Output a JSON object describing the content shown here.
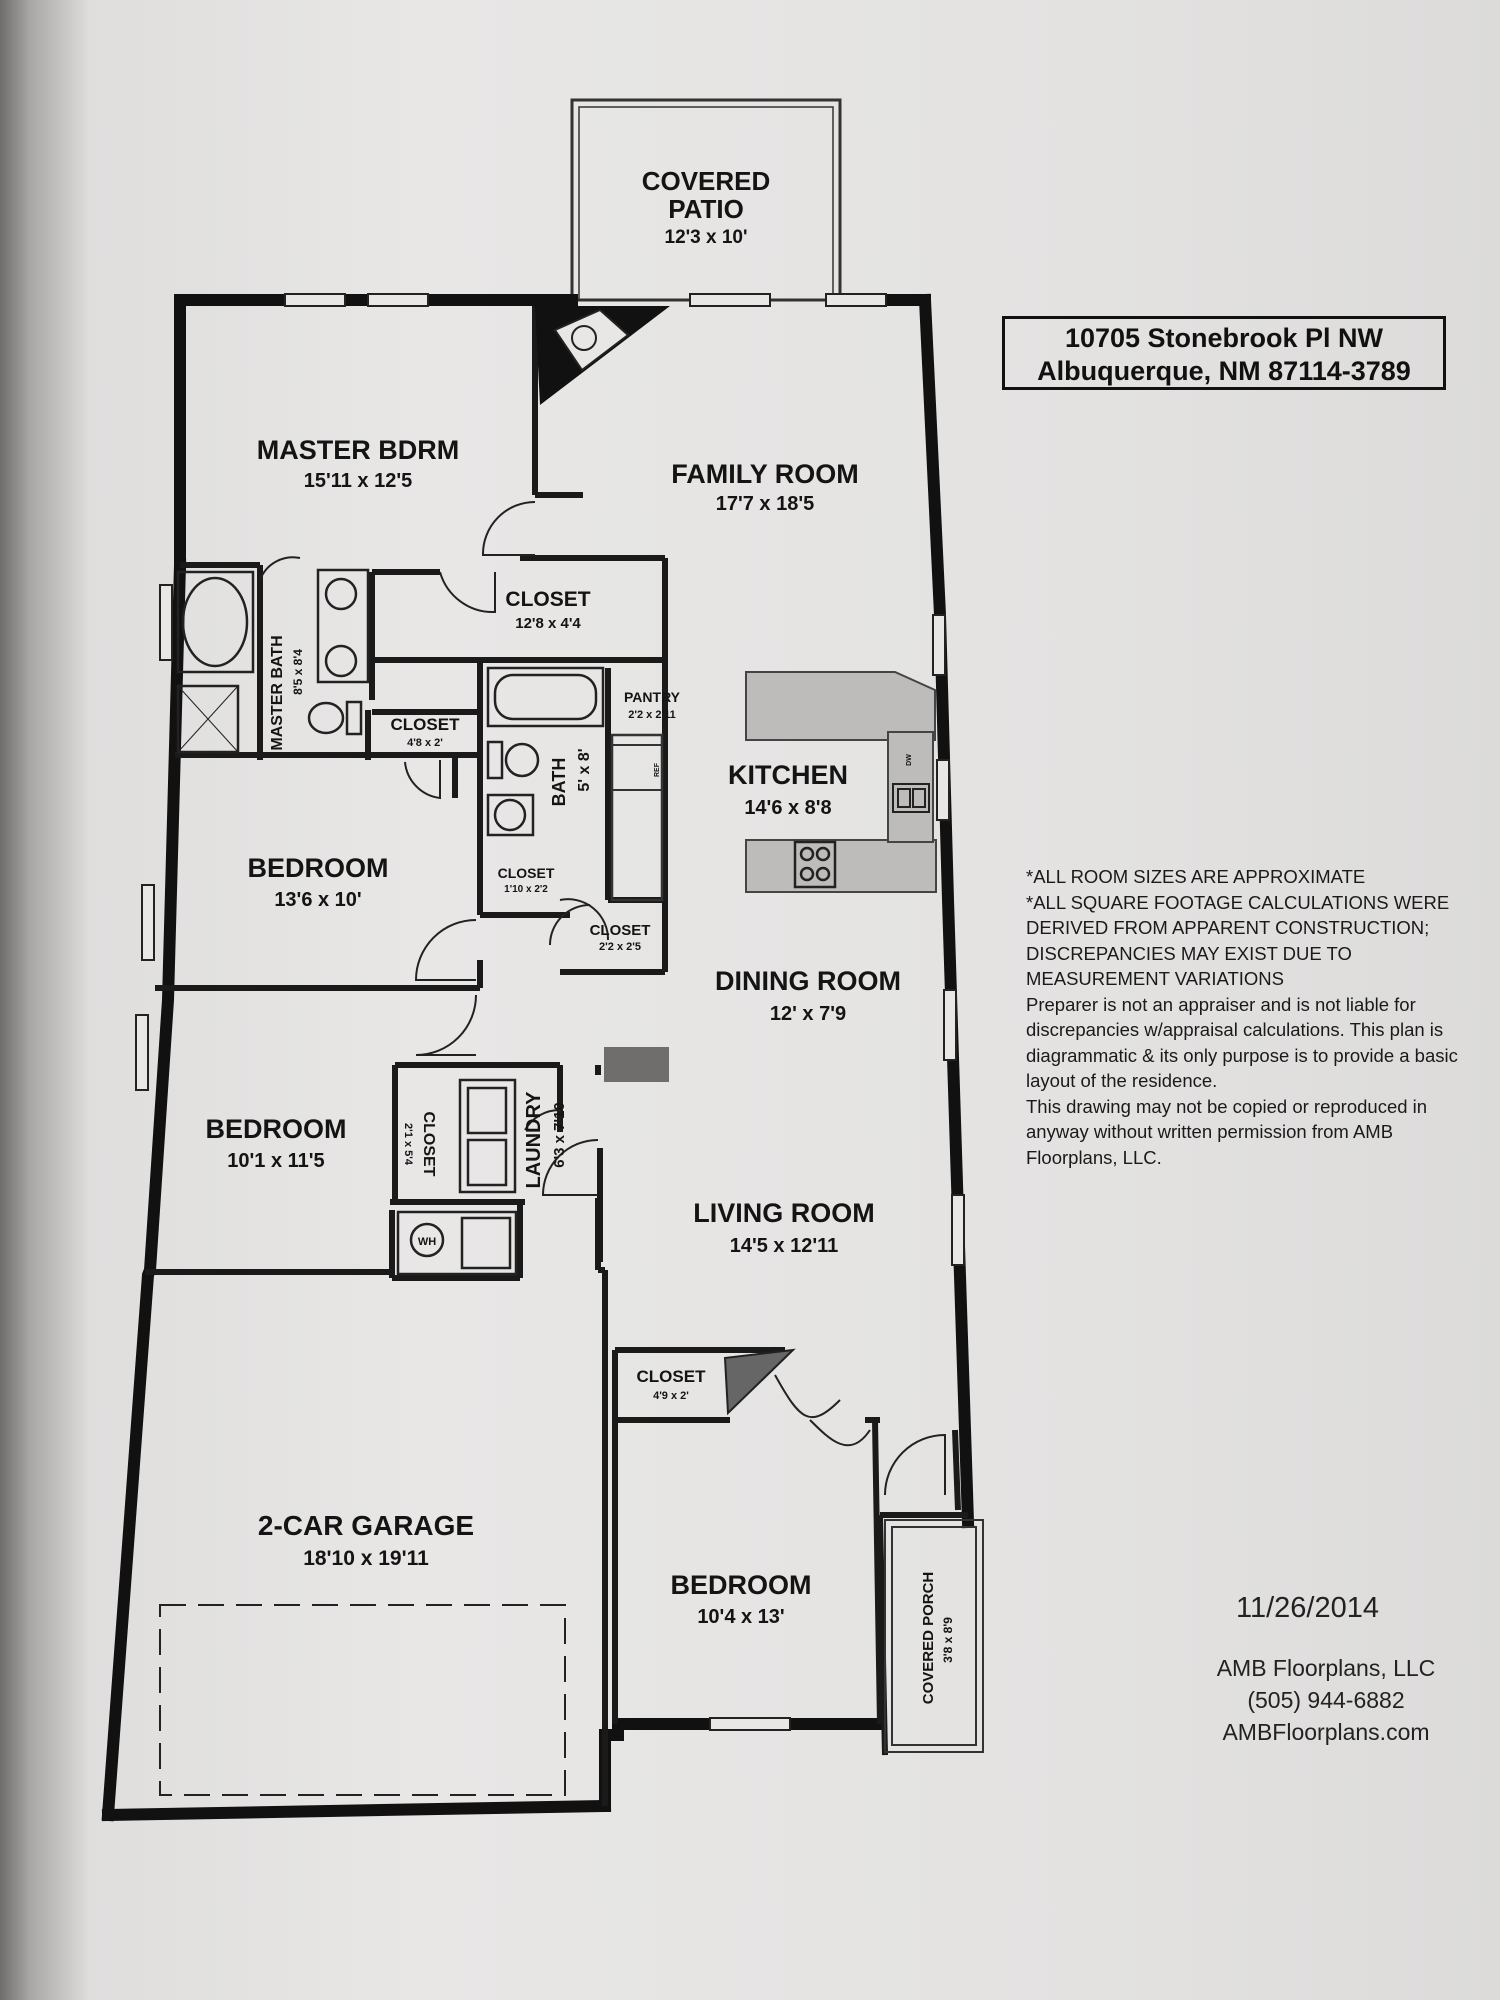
{
  "address": {
    "line1": "10705 Stonebrook Pl NW",
    "line2": "Albuquerque, NM 87114-3789"
  },
  "rooms": [
    {
      "id": "patio",
      "name": "COVERED",
      "name2": "PATIO",
      "dim": "12'3 x 10'"
    },
    {
      "id": "master",
      "name": "MASTER BDRM",
      "dim": "15'11 x 12'5"
    },
    {
      "id": "family",
      "name": "FAMILY ROOM",
      "dim": "17'7 x 18'5"
    },
    {
      "id": "closet1",
      "name": "CLOSET",
      "dim": "12'8 x 4'4"
    },
    {
      "id": "masterbath",
      "name": "MASTER BATH",
      "dim": "8'5 x 8'4"
    },
    {
      "id": "closet2",
      "name": "CLOSET",
      "dim": "4'8 x 2'"
    },
    {
      "id": "pantry",
      "name": "PANTRY",
      "dim": "2'2 x 2'11"
    },
    {
      "id": "bath",
      "name": "BATH",
      "dim": "5' x 8'"
    },
    {
      "id": "kitchen",
      "name": "KITCHEN",
      "dim": "14'6 x 8'8"
    },
    {
      "id": "bedroom1",
      "name": "BEDROOM",
      "dim": "13'6 x 10'"
    },
    {
      "id": "closet3",
      "name": "CLOSET",
      "dim": "1'10 x 2'2"
    },
    {
      "id": "closet4",
      "name": "CLOSET",
      "dim": "2'2 x 2'5"
    },
    {
      "id": "dining",
      "name": "DINING ROOM",
      "dim": "12' x 7'9"
    },
    {
      "id": "bedroom2",
      "name": "BEDROOM",
      "dim": "10'1 x 11'5"
    },
    {
      "id": "closet5",
      "name": "CLOSET",
      "dim": "2'1 x 5'4"
    },
    {
      "id": "laundry",
      "name": "LAUNDRY",
      "dim": "6'3 x 7'10"
    },
    {
      "id": "living",
      "name": "LIVING ROOM",
      "dim": "14'5 x 12'11"
    },
    {
      "id": "wh",
      "name": "WH",
      "dim": ""
    },
    {
      "id": "garage",
      "name": "2-CAR GARAGE",
      "dim": "18'10 x 19'11"
    },
    {
      "id": "closet6",
      "name": "CLOSET",
      "dim": "4'9 x 2'"
    },
    {
      "id": "bedroom3",
      "name": "BEDROOM",
      "dim": "10'4 x 13'"
    },
    {
      "id": "porch",
      "name": "COVERED PORCH",
      "dim": "3'8 x 8'9"
    }
  ],
  "fixture_labels": {
    "ref": "REF",
    "dw": "DW"
  },
  "notes": [
    "*ALL ROOM SIZES ARE APPROXIMATE",
    "*ALL SQUARE FOOTAGE CALCULATIONS WERE",
    "DERIVED FROM APPARENT CONSTRUCTION;",
    "DISCREPANCIES MAY EXIST DUE TO",
    "MEASUREMENT VARIATIONS",
    "Preparer is not an appraiser and is not liable for",
    "discrepancies w/appraisal calculations.  This plan is",
    "diagrammatic & its only purpose is to provide a basic",
    "layout of the residence.",
    "This drawing may not be copied or reproduced in",
    "anyway without written permission from AMB",
    "Floorplans, LLC."
  ],
  "date": "11/26/2014",
  "company": {
    "name": "AMB Floorplans, LLC",
    "phone": "(505) 944-6882",
    "website": "AMBFloorplans.com"
  }
}
